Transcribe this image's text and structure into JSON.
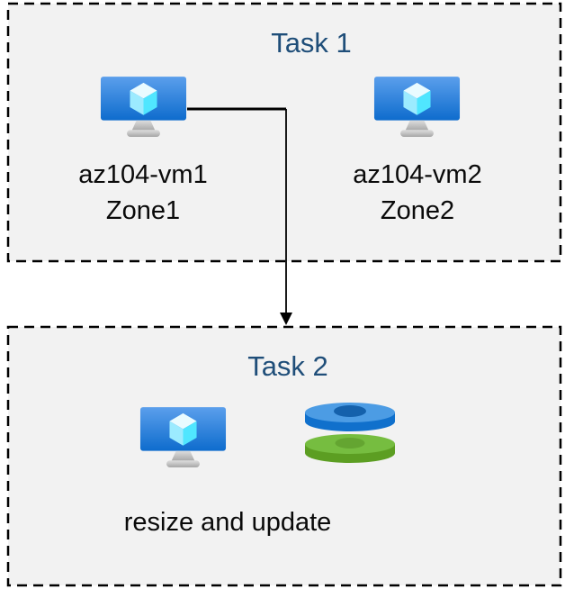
{
  "task1": {
    "title": "Task 1",
    "nodes": [
      {
        "icon": "virtual-machine-icon",
        "name": "az104-vm1",
        "zone": "Zone1"
      },
      {
        "icon": "virtual-machine-icon",
        "name": "az104-vm2",
        "zone": "Zone2"
      }
    ]
  },
  "task2": {
    "title": "Task 2",
    "icons": [
      "virtual-machine-icon",
      "managed-disks-icon"
    ],
    "caption": "resize and update"
  },
  "connector": {
    "type": "elbow-arrow",
    "from": "az104-vm1",
    "to": "Task 2",
    "color": "#000000"
  },
  "colors": {
    "box_fill": "#f2f2f2",
    "dash_border": "#000000",
    "title_text": "#1f4e79",
    "label_text": "#0a0a0a",
    "vm_screen_top": "#5b9fec",
    "vm_screen_bottom": "#0e6ccd",
    "vm_cube_top": "#e9fbff",
    "vm_cube_left": "#9cebff",
    "vm_cube_right": "#50e6ff",
    "vm_stand": "#c4c4c4",
    "disk_blue_top": "#4c9ce4",
    "disk_blue_side": "#1070cc",
    "disk_blue_hole": "#1461ac",
    "disk_green_top": "#76bd40",
    "disk_green_side": "#5c9e22",
    "disk_green_hole": "#64a531"
  }
}
